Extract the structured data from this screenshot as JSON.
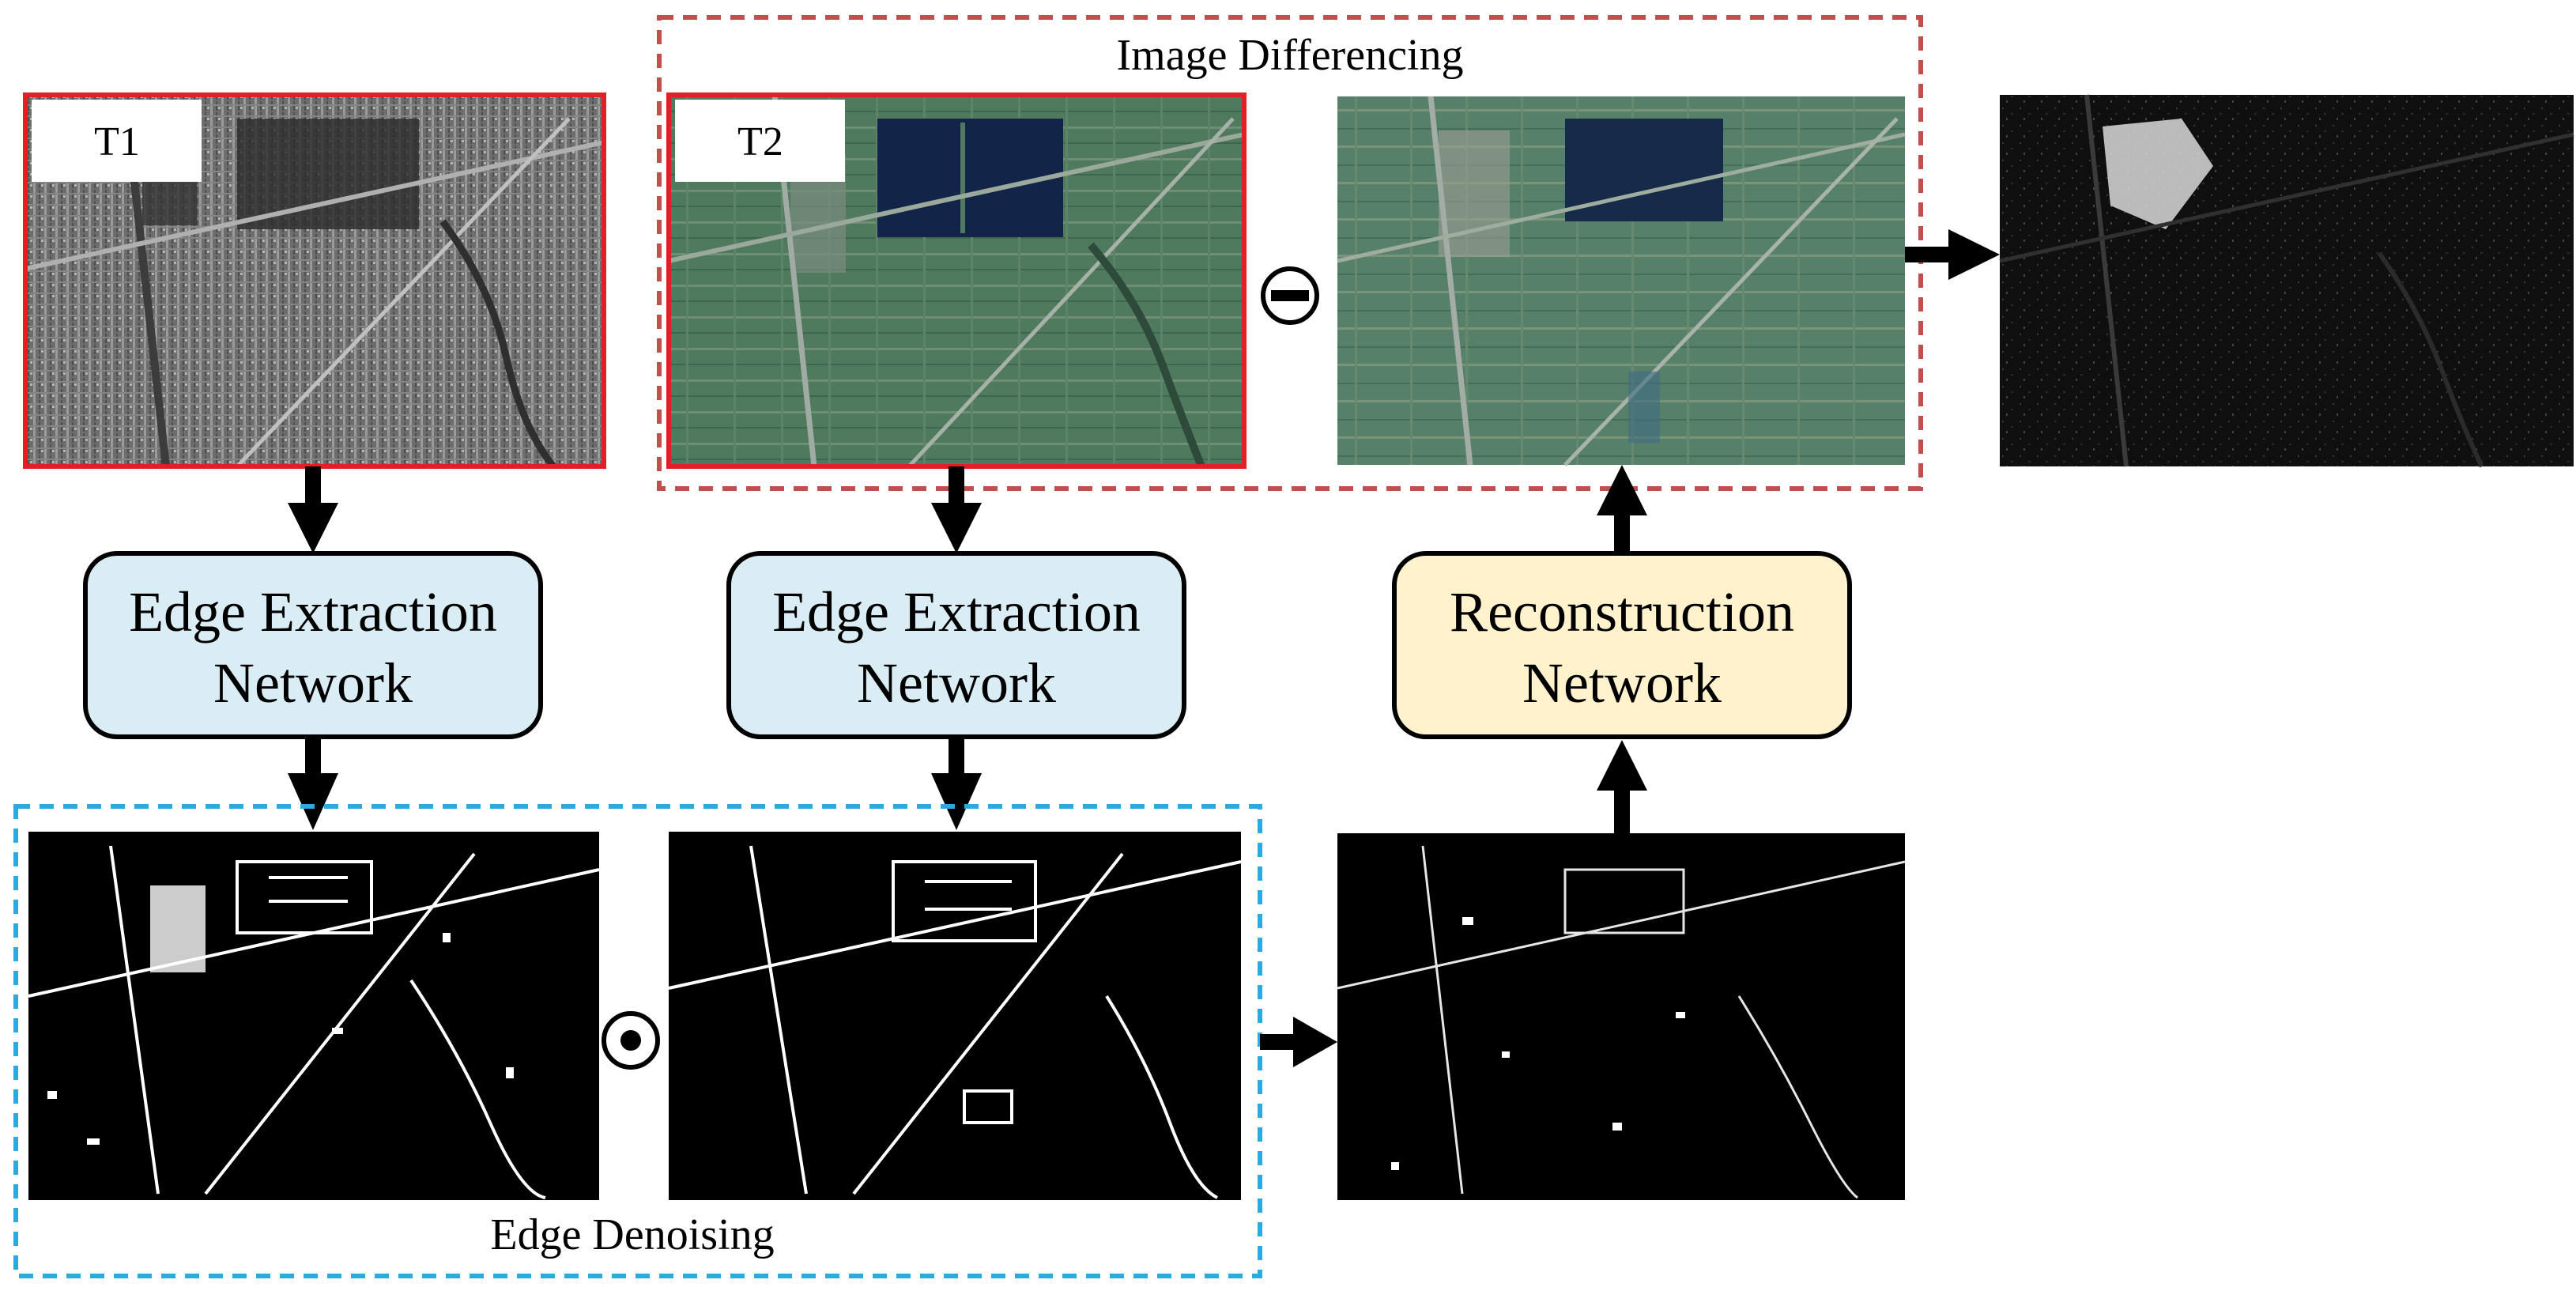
{
  "groups": {
    "image_differencing": "Image Differencing",
    "edge_denoising": "Edge Denoising"
  },
  "image_tags": {
    "t1": "T1",
    "t2": "T2"
  },
  "modules": {
    "edge_extraction_1": {
      "line1": "Edge Extraction",
      "line2": "Network"
    },
    "edge_extraction_2": {
      "line1": "Edge Extraction",
      "line2": "Network"
    },
    "reconstruction": {
      "line1": "Reconstruction",
      "line2": "Network"
    }
  },
  "operators": {
    "difference_icon": "circled-minus-icon",
    "product_icon": "circled-dot-icon"
  },
  "colors": {
    "t_image_border": "#e31e24",
    "image_differencing_border": "#c0504d",
    "edge_denoising_border": "#29abe2",
    "edge_module_fill": "#daedf4",
    "reconstruction_module_fill": "#fff2cc",
    "module_stroke": "#000000",
    "arrow": "#000000"
  }
}
